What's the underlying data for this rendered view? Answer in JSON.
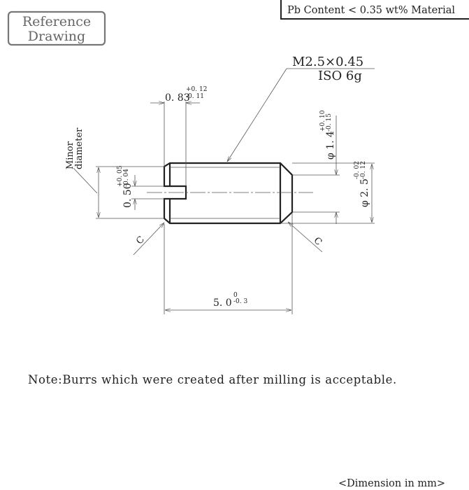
{
  "stamp": {
    "line1": "Reference",
    "line2": "Drawing"
  },
  "material": "Pb Content < 0.35 wt% Material",
  "thread": {
    "spec": "M2.5×0.45",
    "tolerance": "ISO 6g"
  },
  "minor_diameter_label": {
    "line1": "Minor",
    "line2": "diameter"
  },
  "dims": {
    "slot_depth": {
      "value": "0. 83",
      "upper": "+0. 12",
      "lower": "-0. 11"
    },
    "slot_width": {
      "value": "0. 50",
      "upper": "+0. 05",
      "lower": "-0. 04"
    },
    "point_dia": {
      "value": "φ 1. 4",
      "upper": "+0. 10",
      "lower": "-0. 15"
    },
    "major_dia": {
      "value": "φ 2. 5",
      "upper": "-0. 02",
      "lower": "-0. 12"
    },
    "length": {
      "value": "5. 0",
      "upper": "0",
      "lower": "-0. 3"
    },
    "chamfer_left": "C",
    "chamfer_right": "C"
  },
  "note": "Note:Burrs which were created after milling is acceptable.",
  "units": "<Dimension in mm>"
}
